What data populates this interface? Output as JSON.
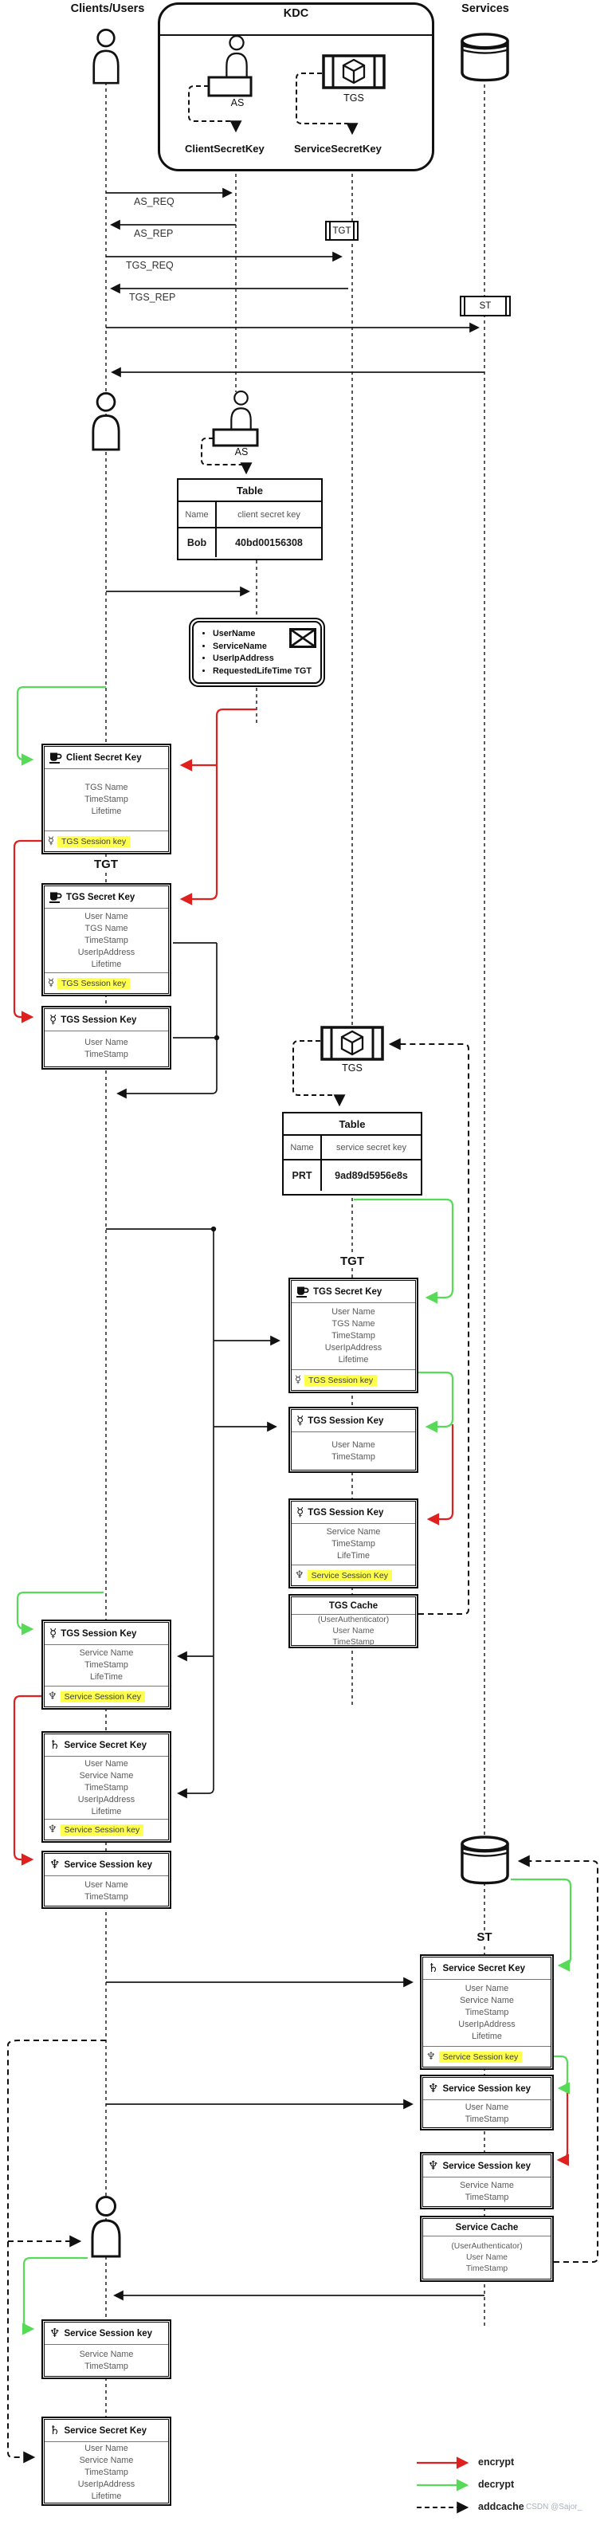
{
  "lanes": {
    "clients": "Clients/Users",
    "kdc": "KDC",
    "services": "Services"
  },
  "kdc": {
    "as": "AS",
    "tgs": "TGS",
    "client_secret_key": "ClientSecretKey",
    "service_secret_key": "ServiceSecretKey"
  },
  "messages": {
    "as_req": "AS_REQ",
    "as_rep": "AS_REP",
    "tgs_req": "TGS_REQ",
    "tgs_rep": "TGS_REP"
  },
  "tags": {
    "tgt": "TGT",
    "st": "ST"
  },
  "actors": {
    "as2": "AS",
    "tgs2": "TGS",
    "tgt_left": "TGT",
    "tgt_mid": "TGT",
    "st_right": "ST"
  },
  "client_table": {
    "title": "Table",
    "col_name": "Name",
    "col_key": "client secret key",
    "row_name": "Bob",
    "row_key": "40bd00156308"
  },
  "service_table": {
    "title": "Table",
    "col_name": "Name",
    "col_key": "service secret key",
    "row_name": "PRT",
    "row_key": "9ad89d5956e8s"
  },
  "request_note": {
    "items": [
      "UserName",
      "ServiceName",
      "UserIpAddress",
      "RequestedLifeTime TGT"
    ]
  },
  "left": {
    "client_secret_key": {
      "title": "Client Secret Key",
      "fields": [
        "TGS Name",
        "TimeStamp",
        "Lifetime"
      ],
      "session_key": "TGS Session key"
    },
    "tgs_secret_key": {
      "title": "TGS Secret Key",
      "fields": [
        "User Name",
        "TGS Name",
        "TimeStamp",
        "UserIpAddress",
        "Lifetime"
      ],
      "session_key": "TGS Session key"
    },
    "tgs_session_key": {
      "title": "TGS Session Key",
      "fields": [
        "User Name",
        "TimeStamp"
      ]
    },
    "tgs_session_key2": {
      "title": "TGS Session Key",
      "fields": [
        "Service Name",
        "TimeStamp",
        "LifeTime"
      ],
      "session_key": "Service Session Key"
    },
    "service_secret_key": {
      "title": "Service Secret Key",
      "fields": [
        "User Name",
        "Service Name",
        "TimeStamp",
        "UserIpAddress",
        "Lifetime"
      ],
      "session_key": "Service Session key"
    },
    "service_session_key": {
      "title": "Service Session key",
      "fields": [
        "User Name",
        "TimeStamp"
      ]
    },
    "service_session_key2": {
      "title": "Service Session key",
      "fields": [
        "Service Name",
        "TimeStamp"
      ]
    },
    "service_secret_key2": {
      "title": "Service Secret Key",
      "fields": [
        "User Name",
        "Service Name",
        "TimeStamp",
        "UserIpAddress",
        "Lifetime"
      ]
    }
  },
  "middle": {
    "tgs_secret_key": {
      "title": "TGS Secret Key",
      "fields": [
        "User Name",
        "TGS Name",
        "TimeStamp",
        "UserIpAddress",
        "Lifetime"
      ],
      "session_key": "TGS Session key"
    },
    "tgs_session_key": {
      "title": "TGS Session Key",
      "fields": [
        "User Name",
        "TimeStamp"
      ]
    },
    "tgs_session_key2": {
      "title": "TGS Session Key",
      "fields": [
        "Service Name",
        "TimeStamp",
        "LifeTime"
      ],
      "session_key": "Service Session Key"
    },
    "tgs_cache": {
      "title": "TGS Cache",
      "fields": [
        "(UserAuthenticator)",
        "User Name",
        "TimeStamp"
      ]
    }
  },
  "right": {
    "service_secret_key": {
      "title": "Service Secret Key",
      "fields": [
        "User Name",
        "Service Name",
        "TimeStamp",
        "UserIpAddress",
        "Lifetime"
      ],
      "session_key": "Service Session key"
    },
    "service_session_key": {
      "title": "Service Session key",
      "fields": [
        "User Name",
        "TimeStamp"
      ]
    },
    "service_session_key2": {
      "title": "Service Session key",
      "fields": [
        "Service Name",
        "TimeStamp"
      ]
    },
    "service_cache": {
      "title": "Service Cache",
      "fields": [
        "(UserAuthenticator)",
        "User Name",
        "TimeStamp"
      ]
    }
  },
  "legend": {
    "encrypt": "encrypt",
    "decrypt": "decrypt",
    "addcache": "addcache"
  },
  "watermark": "CSDN @Sajor_",
  "icons": {
    "tgs_session_key": "☿",
    "service_session_key": "♆",
    "service_secret_key": "♄"
  },
  "colors": {
    "encrypt": "#e01f1f",
    "decrypt": "#57da57",
    "highlight": "#ffff4d"
  }
}
